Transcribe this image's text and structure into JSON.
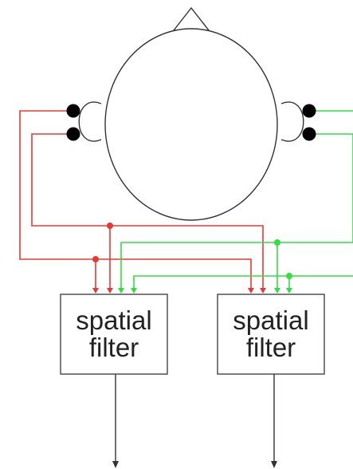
{
  "diagram": {
    "box_left": {
      "line1": "spatial",
      "line2": "filter"
    },
    "box_right": {
      "line1": "spatial",
      "line2": "filter"
    }
  },
  "colors": {
    "left_wires": "#e53935",
    "right_wires": "#33dd44",
    "electrode": "#000000",
    "outline": "#333333"
  }
}
